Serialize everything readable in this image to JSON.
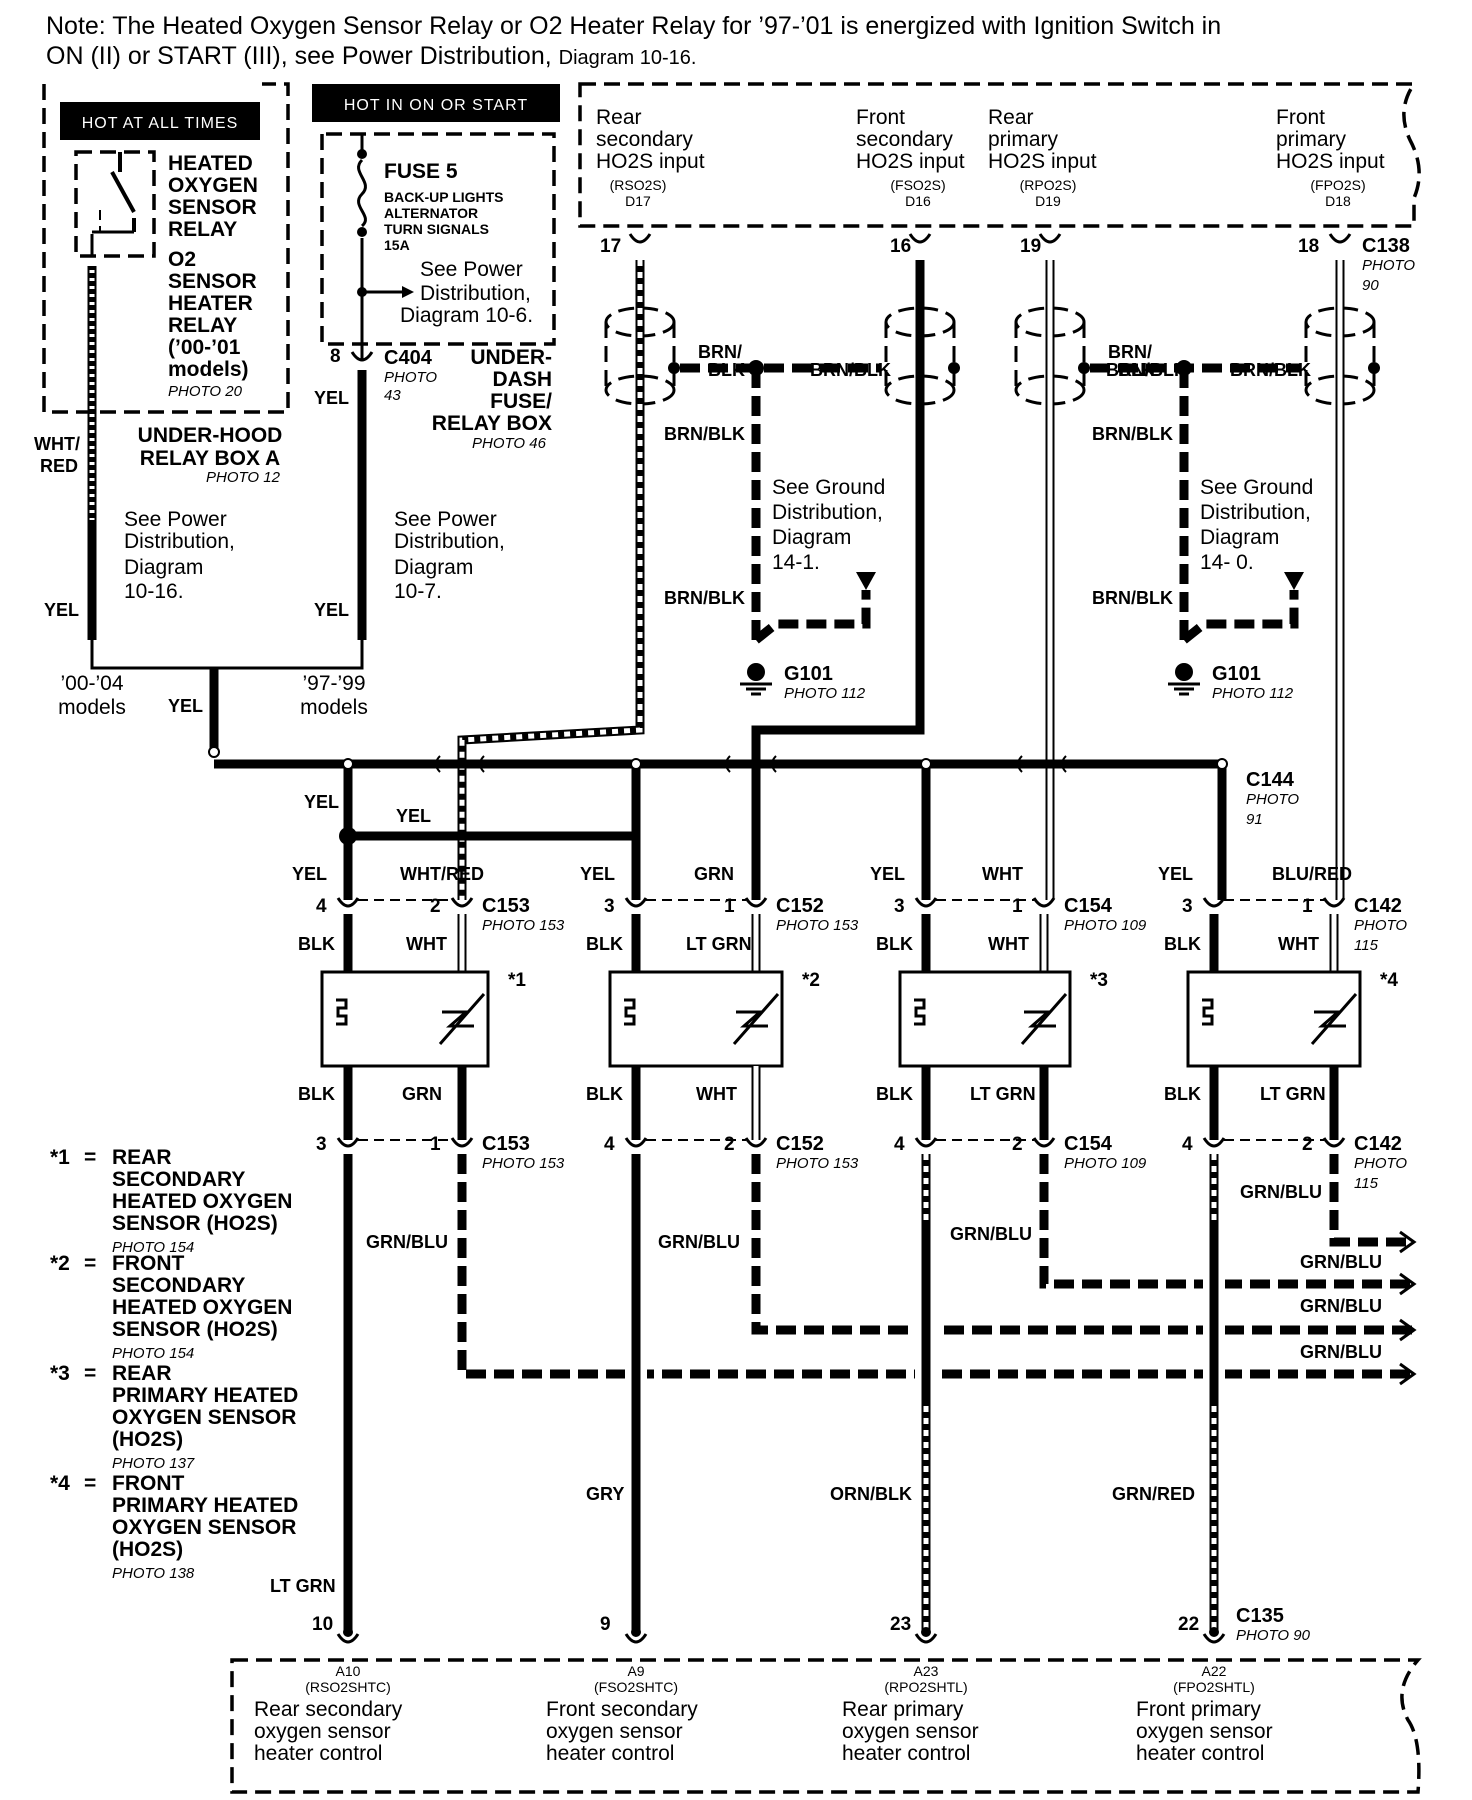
{
  "note": {
    "line1": "Note: The Heated Oxygen Sensor Relay or O2 Heater Relay for ’97-’01 is energized with Ignition Switch in",
    "line2a": "ON (II) or START (III), see Power Distribution,",
    "line2b": "Diagram 10-16."
  },
  "relay_box": {
    "hot_label": "HOT AT ALL TIMES",
    "relay_name": [
      "HEATED",
      "OXYGEN",
      "SENSOR",
      "RELAY"
    ],
    "relay_alt": [
      "O2",
      "SENSOR",
      "HEATER",
      "RELAY",
      "(’00-’01",
      "models)"
    ],
    "relay_photo": "PHOTO 20",
    "box_name": [
      "UNDER-HOOD",
      "RELAY BOX A"
    ],
    "box_photo": "PHOTO 12",
    "wire_top": [
      "WHT/",
      "RED"
    ],
    "see": [
      "See Power",
      "Distribution,",
      "Diagram",
      "10-16."
    ],
    "wire_bottom": "YEL"
  },
  "fuse_box": {
    "hot_label": "HOT IN  ON  OR START",
    "fuse_name": "FUSE 5",
    "fuse_circuits": [
      "BACK-UP LIGHTS",
      "ALTERNATOR",
      "TURN SIGNALS",
      "15A"
    ],
    "see_power": [
      "See Power",
      "Distribution,",
      "Diagram 10-6."
    ],
    "conn_pin": "8",
    "conn": "C404",
    "conn_photo": [
      "PHOTO",
      "43"
    ],
    "box_name": [
      "UNDER-",
      "DASH",
      "FUSE/",
      "RELAY BOX"
    ],
    "box_photo": "PHOTO 46",
    "wire_top": "YEL",
    "see": [
      "See Power",
      "Distribution,",
      "Diagram",
      "10-7."
    ],
    "wire_bottom": "YEL"
  },
  "models": {
    "left": [
      "’00-’04",
      "models"
    ],
    "right": [
      "’97-’99",
      "models"
    ],
    "wire": "YEL"
  },
  "pcm_top": {
    "inputs": [
      {
        "name": [
          "Rear",
          "secondary",
          "HO2S input"
        ],
        "code": "(RSO2S)",
        "pin": "D17",
        "num": "17"
      },
      {
        "name": [
          "Front",
          "secondary",
          "HO2S input"
        ],
        "code": "(FSO2S)",
        "pin": "D16",
        "num": "16"
      },
      {
        "name": [
          "Rear",
          "primary",
          "HO2S input"
        ],
        "code": "(RPO2S)",
        "pin": "D19",
        "num": "19"
      },
      {
        "name": [
          "Front",
          "primary",
          "HO2S input"
        ],
        "code": "(FPO2S)",
        "pin": "D18",
        "num": "18"
      }
    ],
    "conn": "C138",
    "conn_photo": [
      "PHOTO",
      "90"
    ]
  },
  "ground": {
    "wire": "BRN/BLK",
    "see_left": [
      "See Ground",
      "Distribution,",
      "Diagram",
      "14-1."
    ],
    "see_right": [
      "See Ground",
      "Distribution,",
      "Diagram",
      "14- 0."
    ],
    "g_name": "G101",
    "g_photo": "PHOTO 112"
  },
  "c144": {
    "name": "C144",
    "photo": [
      "PHOTO",
      "91"
    ]
  },
  "sensors": [
    {
      "tag": "*1",
      "upper_conn": "C153",
      "upper_photo": "PHOTO 153",
      "lower_conn": "C153",
      "lower_photo": "PHOTO 153",
      "up_left_wire": "YEL",
      "up_right_wire": "WHT/RED",
      "up_left_pin": "4",
      "up_right_pin": "2",
      "in_left": "BLK",
      "in_right": "WHT",
      "out_left": "BLK",
      "out_right": "GRN",
      "lo_left_pin": "3",
      "lo_right_pin": "1",
      "return_wire": "GRN/BLU",
      "heater_wire": "LT GRN",
      "pcm_pin": "10"
    },
    {
      "tag": "*2",
      "upper_conn": "C152",
      "upper_photo": "PHOTO 153",
      "lower_conn": "C152",
      "lower_photo": "PHOTO 153",
      "up_left_wire": "YEL",
      "up_right_wire": "GRN",
      "up_left_pin": "3",
      "up_right_pin": "1",
      "in_left": "BLK",
      "in_right": "LT GRN",
      "out_left": "BLK",
      "out_right": "WHT",
      "lo_left_pin": "4",
      "lo_right_pin": "2",
      "return_wire": "GRN/BLU",
      "heater_wire": "GRY",
      "pcm_pin": "9"
    },
    {
      "tag": "*3",
      "upper_conn": "C154",
      "upper_photo": "PHOTO 109",
      "lower_conn": "C154",
      "lower_photo": "PHOTO 109",
      "up_left_wire": "YEL",
      "up_right_wire": "WHT",
      "up_left_pin": "3",
      "up_right_pin": "1",
      "in_left": "BLK",
      "in_right": "WHT",
      "out_left": "BLK",
      "out_right": "LT GRN",
      "lo_left_pin": "4",
      "lo_right_pin": "2",
      "return_wire": "GRN/BLU",
      "heater_wire": "ORN/BLK",
      "pcm_pin": "23"
    },
    {
      "tag": "*4",
      "upper_conn": "C142",
      "upper_photo": "PHOTO",
      "upper_photo2": "115",
      "lower_conn": "C142",
      "lower_photo": "PHOTO",
      "lower_photo2": "115",
      "up_left_wire": "YEL",
      "up_right_wire": "BLU/RED",
      "up_left_pin": "3",
      "up_right_pin": "1",
      "in_left": "BLK",
      "in_right": "WHT",
      "out_left": "BLK",
      "out_right": "LT GRN",
      "lo_left_pin": "4",
      "lo_right_pin": "2",
      "return_wire": "GRN/BLU",
      "heater_wire": "GRN/RED",
      "pcm_pin": "22"
    }
  ],
  "yel_junction_wire": "YEL",
  "legend": [
    {
      "key": "*1",
      "eq": "=",
      "lines": [
        "REAR",
        "SECONDARY",
        "HEATED OXYGEN",
        "SENSOR (HO2S)"
      ],
      "photo": "PHOTO 154"
    },
    {
      "key": "*2",
      "eq": "=",
      "lines": [
        "FRONT",
        "SECONDARY",
        "HEATED OXYGEN",
        "SENSOR (HO2S)"
      ],
      "photo": "PHOTO 154"
    },
    {
      "key": "*3",
      "eq": "=",
      "lines": [
        "REAR",
        "PRIMARY HEATED",
        "OXYGEN SENSOR",
        "(HO2S)"
      ],
      "photo": "PHOTO 137"
    },
    {
      "key": "*4",
      "eq": "=",
      "lines": [
        "FRONT",
        "PRIMARY HEATED",
        "OXYGEN SENSOR",
        "(HO2S)"
      ],
      "photo": "PHOTO 138"
    }
  ],
  "pcm_bottom": {
    "conn": "C135",
    "conn_photo": "PHOTO 90",
    "outputs": [
      {
        "pin": "A10",
        "code": "(RSO2SHTC)",
        "name": [
          "Rear secondary",
          "oxygen sensor",
          "heater control"
        ]
      },
      {
        "pin": "A9",
        "code": "(FSO2SHTC)",
        "name": [
          "Front secondary",
          "oxygen sensor",
          "heater control"
        ]
      },
      {
        "pin": "A23",
        "code": "(RPO2SHTL)",
        "name": [
          "Rear primary",
          "oxygen sensor",
          "heater control"
        ]
      },
      {
        "pin": "A22",
        "code": "(FPO2SHTL)",
        "name": [
          "Front primary",
          "oxygen sensor",
          "heater control"
        ]
      }
    ]
  }
}
